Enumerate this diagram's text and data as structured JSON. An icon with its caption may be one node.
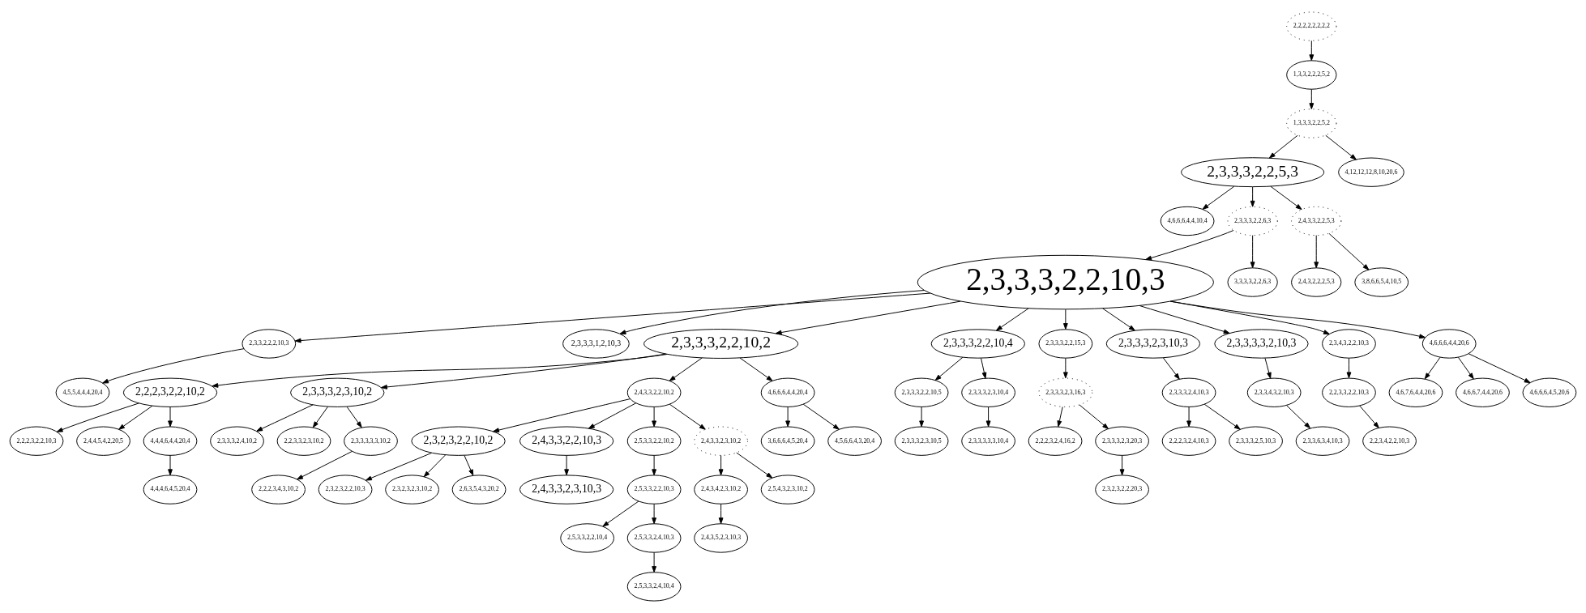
{
  "diagram": {
    "nodes": [
      {
        "text": [
          "2,2,2,2,2,2,2,2"
        ]
      },
      {
        "text": [
          "1,3,3,2,2,2,5,2"
        ]
      },
      {
        "text": [
          "1,3,3,3,2,2,5,2"
        ]
      },
      {
        "text": [
          "2,3,3,3,2,2,5,3"
        ]
      },
      {
        "text": [
          "4,12,12,12,8,10,20,6"
        ]
      },
      {
        "text": [
          "4,6,6,6,4,4,10,4"
        ]
      },
      {
        "text": [
          "2,3,3,3,2,2,6,3"
        ]
      },
      {
        "text": [
          "2,4,3,3,2,2,5,3"
        ]
      },
      {
        "text": [
          "2,3,3,3,2,2,10,3"
        ]
      },
      {
        "text": [
          "3,3,3,3,2,2,6,3"
        ]
      },
      {
        "text": [
          "2,4,3,2,2,2,5,3"
        ]
      },
      {
        "text": [
          "3,8,6,6,5,4,10,5"
        ]
      },
      {
        "text": [
          "2,3,3,2,2,2,10,3"
        ]
      },
      {
        "text": [
          "2,3,3,3,1,2,10,3"
        ]
      },
      {
        "text": [
          "2,3,3,3,2,2,10,2"
        ]
      },
      {
        "text": [
          "2,3,3,3,2,2,10,4"
        ]
      },
      {
        "text": [
          "2,3,3,3,2,2,15,3"
        ]
      },
      {
        "text": [
          "2,3,3,3,2,3,10,3"
        ]
      },
      {
        "text": [
          "2,3,3,3,3,2,10,3"
        ]
      },
      {
        "text": [
          "2,3,4,3,2,2,10,3"
        ]
      },
      {
        "text": [
          "4,6,6,6,4,4,20,6"
        ]
      },
      {
        "text": [
          "4,5,5,4,4,4,20,4"
        ]
      },
      {
        "text": [
          "2,2,2,3,2,2,10,2"
        ]
      },
      {
        "text": [
          "2,3,3,3,2,3,10,2"
        ]
      },
      {
        "text": [
          "2,4,3,3,2,2,10,2"
        ]
      },
      {
        "text": [
          "4,6,6,6,4,4,20,4"
        ]
      },
      {
        "text": [
          "2,3,3,3,2,2,10,5"
        ]
      },
      {
        "text": [
          "2,3,3,3,2,3,10,4"
        ]
      },
      {
        "text": [
          "2,3,3,3,2,3,16,3"
        ]
      },
      {
        "text": [
          "2,3,3,3,2,4,10,3"
        ]
      },
      {
        "text": [
          "2,3,3,4,3,2,10,3"
        ]
      },
      {
        "text": [
          "2,2,3,3,2,2,10,3"
        ]
      },
      {
        "text": [
          "4,6,7,6,4,4,20,6"
        ]
      },
      {
        "text": [
          "4,6,6,7,4,4,20,6"
        ]
      },
      {
        "text": [
          "4,6,6,6,4,5,20,6"
        ]
      },
      {
        "text": [
          "2,2,2,3,2,2,10,3"
        ]
      },
      {
        "text": [
          "2,4,4,5,4,2,20,5"
        ]
      },
      {
        "text": [
          "4,4,4,6,4,4,20,4"
        ]
      },
      {
        "text": [
          "2,3,3,3,2,4,10,2"
        ]
      },
      {
        "text": [
          "2,2,3,3,2,3,10,2"
        ]
      },
      {
        "text": [
          "2,3,3,3,3,3,10,2"
        ]
      },
      {
        "text": [
          "2,3,2,3,2,2,10,2"
        ]
      },
      {
        "text": [
          "2,4,3,3,2,2,10,3"
        ]
      },
      {
        "text": [
          "2,5,3,3,2,2,10,2"
        ]
      },
      {
        "text": [
          "2,4,3,3,2,3,10,2"
        ]
      },
      {
        "text": [
          "3,6,6,6,4,5,20,4"
        ]
      },
      {
        "text": [
          "4,5,6,6,4,3,20,4"
        ]
      },
      {
        "text": [
          "2,3,3,3,2,3,10,5"
        ]
      },
      {
        "text": [
          "2,3,3,3,3,3,10,4"
        ]
      },
      {
        "text": [
          "2,2,2,3,2,4,16,2"
        ]
      },
      {
        "text": [
          "2,3,3,3,2,3,20,3"
        ]
      },
      {
        "text": [
          "2,2,2,3,2,4,10,3"
        ]
      },
      {
        "text": [
          "2,3,3,3,2,5,10,3"
        ]
      },
      {
        "text": [
          "2,3,3,6,3,4,10,3"
        ]
      },
      {
        "text": [
          "2,2,3,4,2,2,10,3"
        ]
      },
      {
        "text": [
          "4,4,4,6,4,5,20,4"
        ]
      },
      {
        "text": [
          "2,2,2,3,4,3,10,2"
        ]
      },
      {
        "text": [
          "2,3,2,3,2,2,10,3"
        ]
      },
      {
        "text": [
          "2,3,2,3,2,3,10,2"
        ]
      },
      {
        "text": [
          "2,6,3,5,4,3,20,2"
        ]
      },
      {
        "text": [
          "2,4,3,3,2,3,10,3"
        ]
      },
      {
        "text": [
          "2,5,3,3,2,2,10,3"
        ]
      },
      {
        "text": [
          "2,4,3,4,2,3,10,2"
        ]
      },
      {
        "text": [
          "2,5,4,3,2,3,10,2"
        ]
      },
      {
        "text": [
          "2,3,2,3,2,2,20,3"
        ]
      },
      {
        "text": [
          "2,5,3,3,2,2,10,4"
        ]
      },
      {
        "text": [
          "2,5,3,3,2,4,10,3"
        ]
      },
      {
        "text": [
          "2,4,3,5,2,3,10,3"
        ]
      },
      {
        "text": [
          "2,5,3,3,2,4,10,4"
        ]
      }
    ],
    "edges": [
      {
        "from": 0,
        "to": 1,
        "arrow": "to"
      },
      {
        "from": 1,
        "to": 2,
        "arrow": "to"
      },
      {
        "from": 2,
        "to": 3,
        "arrow": "to"
      },
      {
        "from": 2,
        "to": 4,
        "arrow": "to"
      },
      {
        "from": 3,
        "to": 5,
        "arrow": "to"
      },
      {
        "from": 3,
        "to": 6,
        "arrow": "to"
      },
      {
        "from": 3,
        "to": 7,
        "arrow": "to"
      },
      {
        "from": 6,
        "to": 8,
        "arrow": "to"
      },
      {
        "from": 6,
        "to": 9,
        "arrow": "to"
      },
      {
        "from": 7,
        "to": 10,
        "arrow": "to"
      },
      {
        "from": 7,
        "to": 11,
        "arrow": "to"
      },
      {
        "from": 8,
        "to": 12,
        "arrow": "to"
      },
      {
        "from": 8,
        "to": 13,
        "arrow": "to"
      },
      {
        "from": 8,
        "to": 14,
        "arrow": "to"
      },
      {
        "from": 8,
        "to": 15,
        "arrow": "to"
      },
      {
        "from": 8,
        "to": 16,
        "arrow": "to"
      },
      {
        "from": 8,
        "to": 17,
        "arrow": "to"
      },
      {
        "from": 8,
        "to": 18,
        "arrow": "to"
      },
      {
        "from": 8,
        "to": 19,
        "arrow": "to"
      },
      {
        "from": 8,
        "to": 20,
        "arrow": "to"
      },
      {
        "from": 12,
        "to": 21,
        "arrow": "to"
      },
      {
        "from": 14,
        "to": 22,
        "arrow": "to"
      },
      {
        "from": 14,
        "to": 23,
        "arrow": "to"
      },
      {
        "from": 14,
        "to": 24,
        "arrow": "to"
      },
      {
        "from": 14,
        "to": 25,
        "arrow": "to"
      },
      {
        "from": 15,
        "to": 26,
        "arrow": "to"
      },
      {
        "from": 15,
        "to": 27,
        "arrow": "to"
      },
      {
        "from": 16,
        "to": 28,
        "arrow": "to"
      },
      {
        "from": 17,
        "to": 29,
        "arrow": "to"
      },
      {
        "from": 18,
        "to": 30,
        "arrow": "to"
      },
      {
        "from": 19,
        "to": 31,
        "arrow": "to"
      },
      {
        "from": 20,
        "to": 32,
        "arrow": "to"
      },
      {
        "from": 20,
        "to": 33,
        "arrow": "to"
      },
      {
        "from": 20,
        "to": 34,
        "arrow": "to"
      },
      {
        "from": 22,
        "to": 35,
        "arrow": "to"
      },
      {
        "from": 22,
        "to": 36,
        "arrow": "to"
      },
      {
        "from": 22,
        "to": 37,
        "arrow": "to"
      },
      {
        "from": 23,
        "to": 38,
        "arrow": "to"
      },
      {
        "from": 23,
        "to": 39,
        "arrow": "to"
      },
      {
        "from": 23,
        "to": 40,
        "arrow": "to"
      },
      {
        "from": 24,
        "to": 41,
        "arrow": "to"
      },
      {
        "from": 24,
        "to": 42,
        "arrow": "to"
      },
      {
        "from": 24,
        "to": 43,
        "arrow": "to"
      },
      {
        "from": 24,
        "to": 44,
        "arrow": "to"
      },
      {
        "from": 25,
        "to": 45,
        "arrow": "to"
      },
      {
        "from": 25,
        "to": 46,
        "arrow": "to"
      },
      {
        "from": 26,
        "to": 47,
        "arrow": "to"
      },
      {
        "from": 27,
        "to": 48,
        "arrow": "to"
      },
      {
        "from": 28,
        "to": 49,
        "arrow": "to"
      },
      {
        "from": 28,
        "to": 50,
        "arrow": "to"
      },
      {
        "from": 29,
        "to": 51,
        "arrow": "to"
      },
      {
        "from": 29,
        "to": 52,
        "arrow": "to"
      },
      {
        "from": 30,
        "to": 53,
        "arrow": "to"
      },
      {
        "from": 31,
        "to": 54,
        "arrow": "to"
      },
      {
        "from": 37,
        "to": 55,
        "arrow": "to"
      },
      {
        "from": 40,
        "to": 56,
        "arrow": "to"
      },
      {
        "from": 41,
        "to": 57,
        "arrow": "to"
      },
      {
        "from": 41,
        "to": 58,
        "arrow": "to"
      },
      {
        "from": 41,
        "to": 59,
        "arrow": "to"
      },
      {
        "from": 42,
        "to": 60,
        "arrow": "to"
      },
      {
        "from": 43,
        "to": 61,
        "arrow": "to"
      },
      {
        "from": 44,
        "to": 62,
        "arrow": "to"
      },
      {
        "from": 44,
        "to": 63,
        "arrow": "to"
      },
      {
        "from": 50,
        "to": 64,
        "arrow": "to"
      },
      {
        "from": 61,
        "to": 65,
        "arrow": "to"
      },
      {
        "from": 61,
        "to": 66,
        "arrow": "to"
      },
      {
        "from": 62,
        "to": 67,
        "arrow": "to"
      },
      {
        "from": 66,
        "to": 68,
        "arrow": "to"
      }
    ]
  }
}
